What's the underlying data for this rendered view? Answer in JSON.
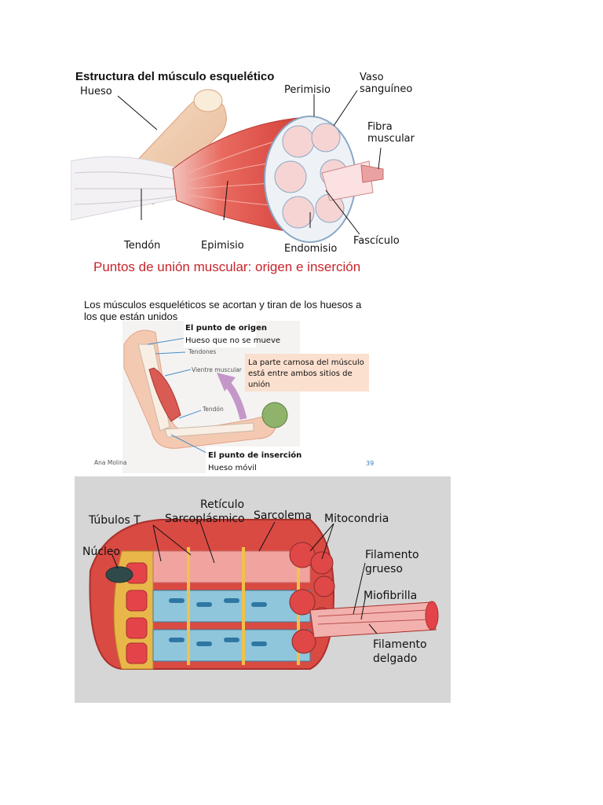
{
  "panel1": {
    "title": "Estructura del músculo esquelético",
    "labels": {
      "hueso": "Hueso",
      "perimisio": "Perimisio",
      "vaso_line1": "Vaso",
      "vaso_line2": "sanguíneo",
      "fibra_line1": "Fibra",
      "fibra_line2": "muscular",
      "tendon": "Tendón",
      "epimisio": "Epimisio",
      "endomisio": "Endomisio",
      "fasciculo": "Fascículo"
    }
  },
  "heading": "Puntos de unión muscular: origen e inserción",
  "panel2": {
    "intro": "Los músculos esqueléticos se acortan y tiran de los huesos a los que están unidos",
    "origin_title": "El punto de origen",
    "origin_desc": "Hueso que no se mueve",
    "tendones": "Tendones",
    "vientre": "Vientre muscular",
    "tendon": "Tendón",
    "note_line1": "La parte carnosa del músculo",
    "note_line2": "está entre ambos sitios de",
    "note_line3": "unión",
    "insertion_title": "El punto de inserción",
    "insertion_desc": "Hueso móvil",
    "author": "Ana Molina",
    "page_number": "39"
  },
  "panel3": {
    "labels": {
      "reticulo_line1": "Retículo",
      "reticulo_line2": "Sarcoplásmico",
      "tubulos": "Túbulos T",
      "sarcolema": "Sarcolema",
      "mitocondria": "Mitocondria",
      "nucleo": "Núcleo",
      "filamento_grueso_line1": "Filamento",
      "filamento_grueso_line2": "grueso",
      "miofibrilla": "Miofibrilla",
      "filamento_delgado_line1": "Filamento",
      "filamento_delgado_line2": "delgado"
    }
  },
  "colors": {
    "muscle_red": "#d94040",
    "muscle_light": "#f09a9a",
    "heading_red": "#c8242b",
    "note_bg": "#fbe0cf",
    "panel_gray": "#d6d6d6",
    "sr_blue": "#8fc6dc",
    "ttubule_yellow": "#f0c24a"
  }
}
